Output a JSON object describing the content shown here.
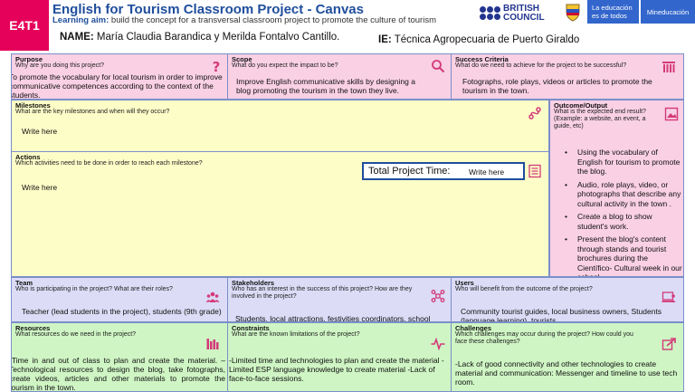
{
  "header": {
    "badge": "E4T1",
    "title": "English for Tourism Classroom Project - Canvas",
    "aim_label": "Learning aim:",
    "aim_text": " build the concept for a transversal classroom project to promote the culture of tourism",
    "name_label": "NAME:",
    "name_value": " María Claudia Barandica y Merilda Fontalvo Cantillo.",
    "ie_label": "IE:",
    "ie_value": " Técnica Agropecuaria de Puerto Giraldo"
  },
  "logos": {
    "british_council_line1": "BRITISH",
    "british_council_line2": "COUNCIL",
    "edu_line1": "La educación",
    "edu_line2": "es de todos",
    "mineducacion": "Mineducación"
  },
  "purpose": {
    "title": "Purpose",
    "question": "Why are you doing this project?",
    "text": "To promote  the vocabulary for local tourism in order to improve communicative competences according to the context of the students."
  },
  "scope": {
    "title": "Scope",
    "question": "What do you expect the impact to be?",
    "text": "Improve English communicative skills by designing a blog promoting the tourism in the town they live."
  },
  "success": {
    "title": "Success Criteria",
    "question": "What do we need to achieve for the project to be successful?",
    "text": "Fotographs, role plays, videos or articles  to promote the tourism in the town."
  },
  "milestones": {
    "title": "Milestones",
    "question": "What are the key milestones and when will they occur?",
    "text": "Write here"
  },
  "outcome": {
    "title": "Outcome/Output",
    "question": "What is the expected end result? (Example: a website, an event, a guide, etc)",
    "items": [
      "Using the vocabulary of English for tourism to promote the blog.",
      "Audio, role plays, video, or photographs that describe any cultural activity in the town .",
      "Create a blog to show student's work.",
      "Present the blog's content through stands and tourist brochures during the Científico- Cultural week in our school."
    ]
  },
  "actions": {
    "title": "Actions",
    "question": "Which activities need to be done in order to reach each milestone?",
    "text": "Write here"
  },
  "total_time": {
    "label": "Total Project Time:",
    "value": "Write here"
  },
  "team": {
    "title": "Team",
    "question": "Who is participating in the project? What are their roles?",
    "text": "Teacher (lead students in the project), students (9th grade)"
  },
  "stakeholders": {
    "title": "Stakeholders",
    "question": "Who has an interest in the success of this project? How are they involved in the project?",
    "text": "Students, local attractions, festivities coordinators, school community, principal, parents."
  },
  "users": {
    "title": "Users",
    "question": "Who will benefit from the outcome of the project?",
    "text": "Community tourist guides, local business owners, Students (language learning), tourists"
  },
  "resources": {
    "title": "Resources",
    "question": "What resources do we need in the project?",
    "text": "-Time in and out of class to plan and create the material. –Technological resources to design the blog, take fotographs, create videos, articles and other materials to promote the tourism in the town."
  },
  "constraints": {
    "title": "Constraints",
    "question": "What are the known limitations of the project?",
    "text": "-Limited time and technologies  to plan and create the material -Limited ESP language knowledge to create material -Lack of face-to-face sessions."
  },
  "challenges": {
    "title": "Challenges",
    "question": "Which challenges may occur during the project? How could you face these challenges?",
    "text": "-Lack of good connectivity  and other technologies to create material and communication: Messenger  and timeline to use tech room."
  },
  "colors": {
    "pink": "#f9d0e4",
    "yellow": "#fdfdc8",
    "lavender": "#dcdcf7",
    "green": "#cff5c4",
    "badge": "#e5005a",
    "title_blue": "#1f4e9c"
  }
}
